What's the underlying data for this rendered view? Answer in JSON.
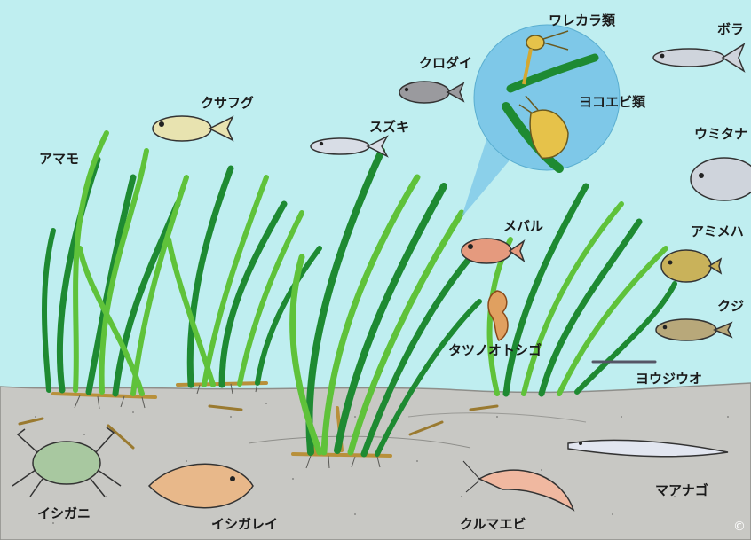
{
  "colors": {
    "water": "#bfeef0",
    "sand": "#c8c8c4",
    "sand_outline": "#8e8e8a",
    "grass_dark": "#1e8a32",
    "grass_light": "#5fc23a",
    "magnifier": "#7ec8e8",
    "root": "#b8903a"
  },
  "labels": {
    "eelgrass": "アマモ",
    "pufferfish": "クサフグ",
    "sea_bass": "スズキ",
    "black_porgy": "クロダイ",
    "caprellid": "ワレカラ類",
    "amphipod": "ヨコエビ類",
    "mullet": "ボラ",
    "umitanago": "ウミタナ",
    "rockfish": "メバル",
    "filefish": "アミメハ",
    "kujime": "クジ",
    "seahorse": "タツノオトシゴ",
    "pipefish": "ヨウジウオ",
    "crab": "イシガニ",
    "flounder": "イシガレイ",
    "prawn": "クルマエビ",
    "conger": "マアナゴ",
    "copyright": "©"
  }
}
